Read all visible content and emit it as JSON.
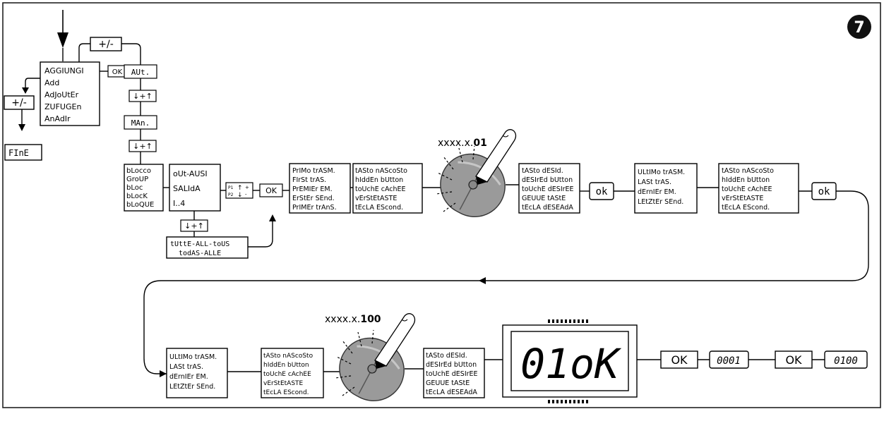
{
  "figure": {
    "number": "7",
    "plus_minus": "+/-",
    "ok": "OK",
    "ok_lcd": "ok",
    "arrows_key": "↓+↑",
    "p1": "P1",
    "p2": "P2"
  },
  "menu": {
    "add_lines": [
      "AGGIUNGI",
      "Add",
      "AdJoUtEr",
      "ZUFUGEn",
      "AnAdIr"
    ],
    "end": "FInE",
    "aut": "AUt.",
    "man": "MAn.",
    "block_lines": [
      "bLocco",
      "GroUP",
      "bLoc",
      "bLocK",
      "bLoQUE"
    ],
    "out_lines": [
      "oUt-AUSI",
      "SALIdA",
      "I..4"
    ],
    "all_lines": [
      "tUttE-ALL-toUS",
      "todAS-ALLE"
    ]
  },
  "sequence": {
    "first_tr_lines": [
      "PrIMo trASM.",
      "FIrSt trAS.",
      "PrEMIEr EM.",
      "ErStEr SEnd.",
      "PrIMEr trAnS."
    ],
    "hidden_lines": [
      "tASto nAScoSto",
      "hIddEn bUtton",
      "toUchE cAchEE",
      "vErStEtASTE",
      "tEcLA EScond."
    ],
    "desired_lines": [
      "tASto dESId.",
      "dESIrEd bUtton",
      "toUchE dESIrEE",
      "GEUUE tAStE",
      "tEcLA dESEAdA"
    ],
    "last_tr_lines": [
      "ULtIMo trASM.",
      "LASt trAS.",
      "dErnIEr EM.",
      "LEtZtEr SEnd."
    ],
    "first_code": {
      "prefix": "xxxx.x.",
      "suffix": "01"
    },
    "last_code": {
      "prefix": "xxxx.x.",
      "suffix": "100"
    },
    "display": "01oK",
    "count_first": "0001",
    "count_last": "0100"
  }
}
